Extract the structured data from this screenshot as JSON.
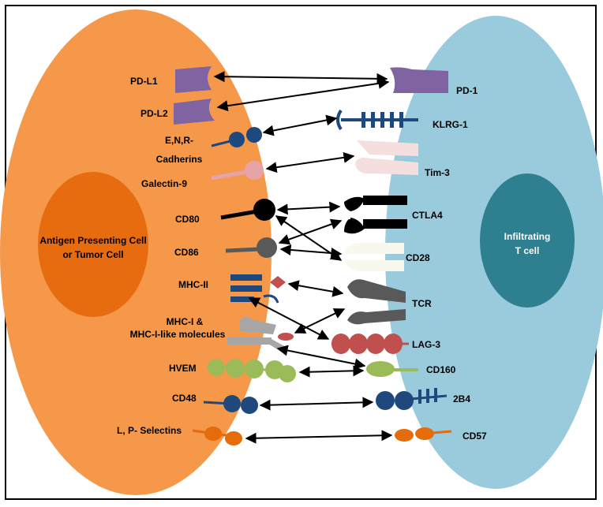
{
  "cells": {
    "left_label_line1": "Antigen Presenting Cell",
    "left_label_line2": "or Tumor Cell",
    "right_label_line1": "Infiltrating",
    "right_label_line2": "T cell"
  },
  "left_molecules": {
    "pd_l1": "PD-L1",
    "pd_l2": "PD-L2",
    "cadherins_line1": "E,N,R-",
    "cadherins_line2": "Cadherins",
    "galectin9": "Galectin-9",
    "cd80": "CD80",
    "cd86": "CD86",
    "mhc_ii": "MHC-II",
    "mhc_i_line1": "MHC-I &",
    "mhc_i_line2": "MHC-I-like molecules",
    "hvem": "HVEM",
    "cd48": "CD48",
    "selectins": "L, P- Selectins"
  },
  "right_molecules": {
    "pd1": "PD-1",
    "klrg1": "KLRG-1",
    "tim3": "Tim-3",
    "ctla4": "CTLA4",
    "cd28": "CD28",
    "tcr": "TCR",
    "lag3": "LAG-3",
    "cd160": "CD160",
    "2b4": "2B4",
    "cd57": "CD57"
  },
  "colors": {
    "left_cell": "#f5984a",
    "left_nucleus": "#e66c0f",
    "right_cell": "#99cbdc",
    "right_nucleus": "#2e7f8f",
    "pd_purple": "#8064a2",
    "navy": "#1f497d",
    "pink": "#e6a3a8",
    "pale_pink": "#f5dede",
    "red": "#c0504d",
    "green": "#9bbb59",
    "orange": "#e46c0a",
    "dark_gray": "#595959",
    "gray": "#a6a6a6"
  }
}
